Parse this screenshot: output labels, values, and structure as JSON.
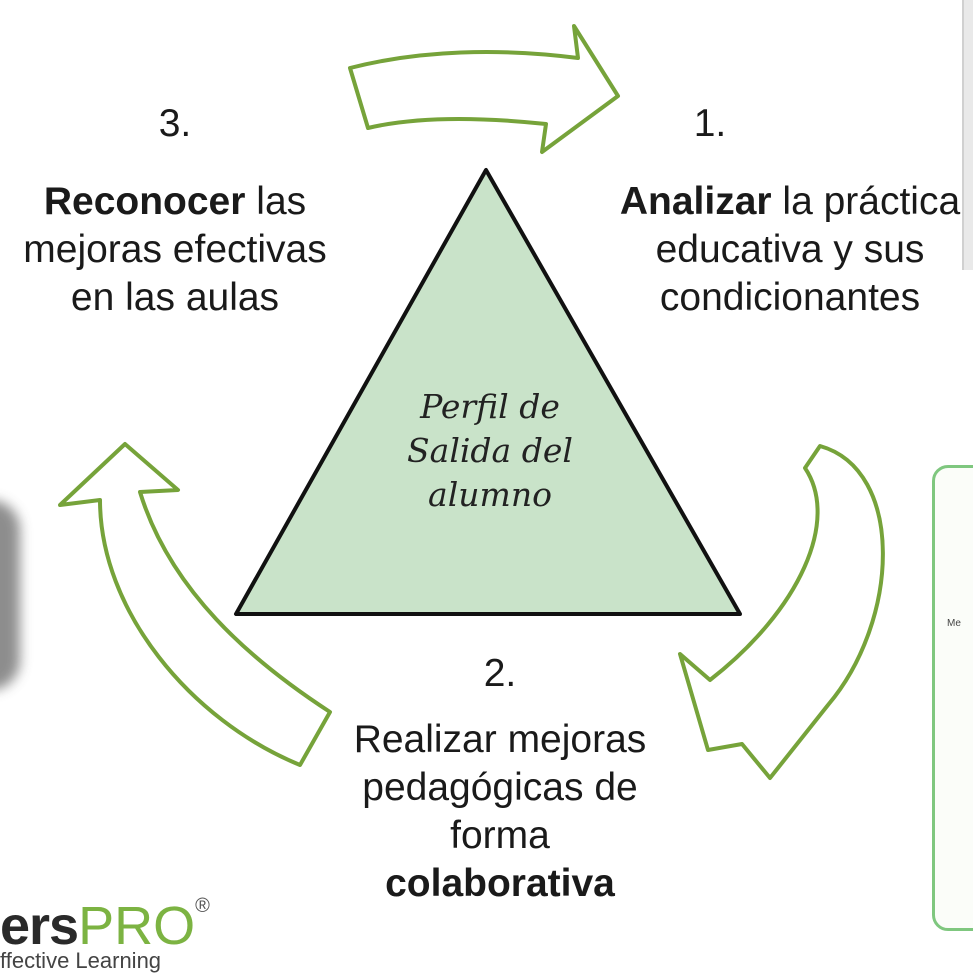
{
  "colors": {
    "arrow_fill": "#ffffff",
    "arrow_stroke": "#76a33a",
    "triangle_fill": "#c9e3c9",
    "triangle_stroke": "#111111",
    "logo_accent": "#7cb342"
  },
  "center": {
    "label_lines": [
      "Perfil de",
      "Salida del",
      "alumno"
    ]
  },
  "steps": [
    {
      "number": "3.",
      "bold": "Reconocer",
      "rest": " las mejoras efectivas en las aulas"
    },
    {
      "number": "1.",
      "bold": "Analizar",
      "rest": " la práctica educativa y sus condicionantes"
    },
    {
      "number": "2.",
      "rest": "Realizar mejoras pedagógicas de forma ",
      "bold": "colaborativa"
    }
  ],
  "logo": {
    "text": "ers",
    "accent": "PRO",
    "reg": "®",
    "tagline": "ffective Learning"
  },
  "thumbnail": {
    "text": "Me"
  }
}
